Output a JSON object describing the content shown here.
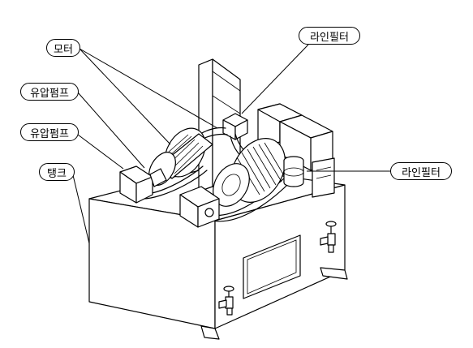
{
  "labels": {
    "motor": "모터",
    "hydraulic_pump_1": "유압펌프",
    "hydraulic_pump_2": "유압펌프",
    "tank": "탱크",
    "line_filter_top": "라인필터",
    "line_filter_right": "라인필터"
  }
}
